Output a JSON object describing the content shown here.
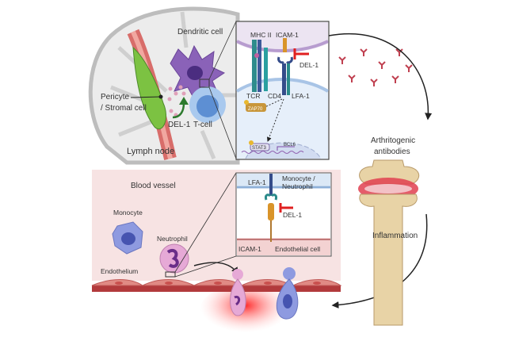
{
  "lymph_node": {
    "title": "Lymph node",
    "dendritic_cell": "Dendritic cell",
    "pericyte": [
      "Pericyte",
      "/ Stromal cell"
    ],
    "del1": "DEL-1",
    "tcell": "T-cell"
  },
  "synapse_inset": {
    "mhc": "MHC II",
    "icam": "ICAM-1",
    "del1": "DEL-1",
    "tcr": "TCR",
    "cd4": "CD4",
    "lfa": "LFA-1",
    "zap70": "ZAP70",
    "stat3": "STAT3",
    "bcl6": "BCL6"
  },
  "joint": {
    "antibodies": [
      "Arthritogenic",
      "antibodies"
    ],
    "inflammation": "Inflammation"
  },
  "blood_vessel": {
    "title": "Blood vessel",
    "monocyte": "Monocyte",
    "neutrophil": "Neutrophil",
    "endothelium": "Endothelium"
  },
  "adhesion_inset": {
    "lfa": "LFA-1",
    "cell": [
      "Monocyte /",
      "Neutrophil"
    ],
    "del1": "DEL-1",
    "icam": "ICAM-1",
    "endothelial": "Endothelial cell"
  },
  "colors": {
    "inhibit": "#e02020",
    "bone": "#e8d3a6",
    "vessel_bg": "#f7e3e3",
    "endothelium": "#d9706e"
  }
}
